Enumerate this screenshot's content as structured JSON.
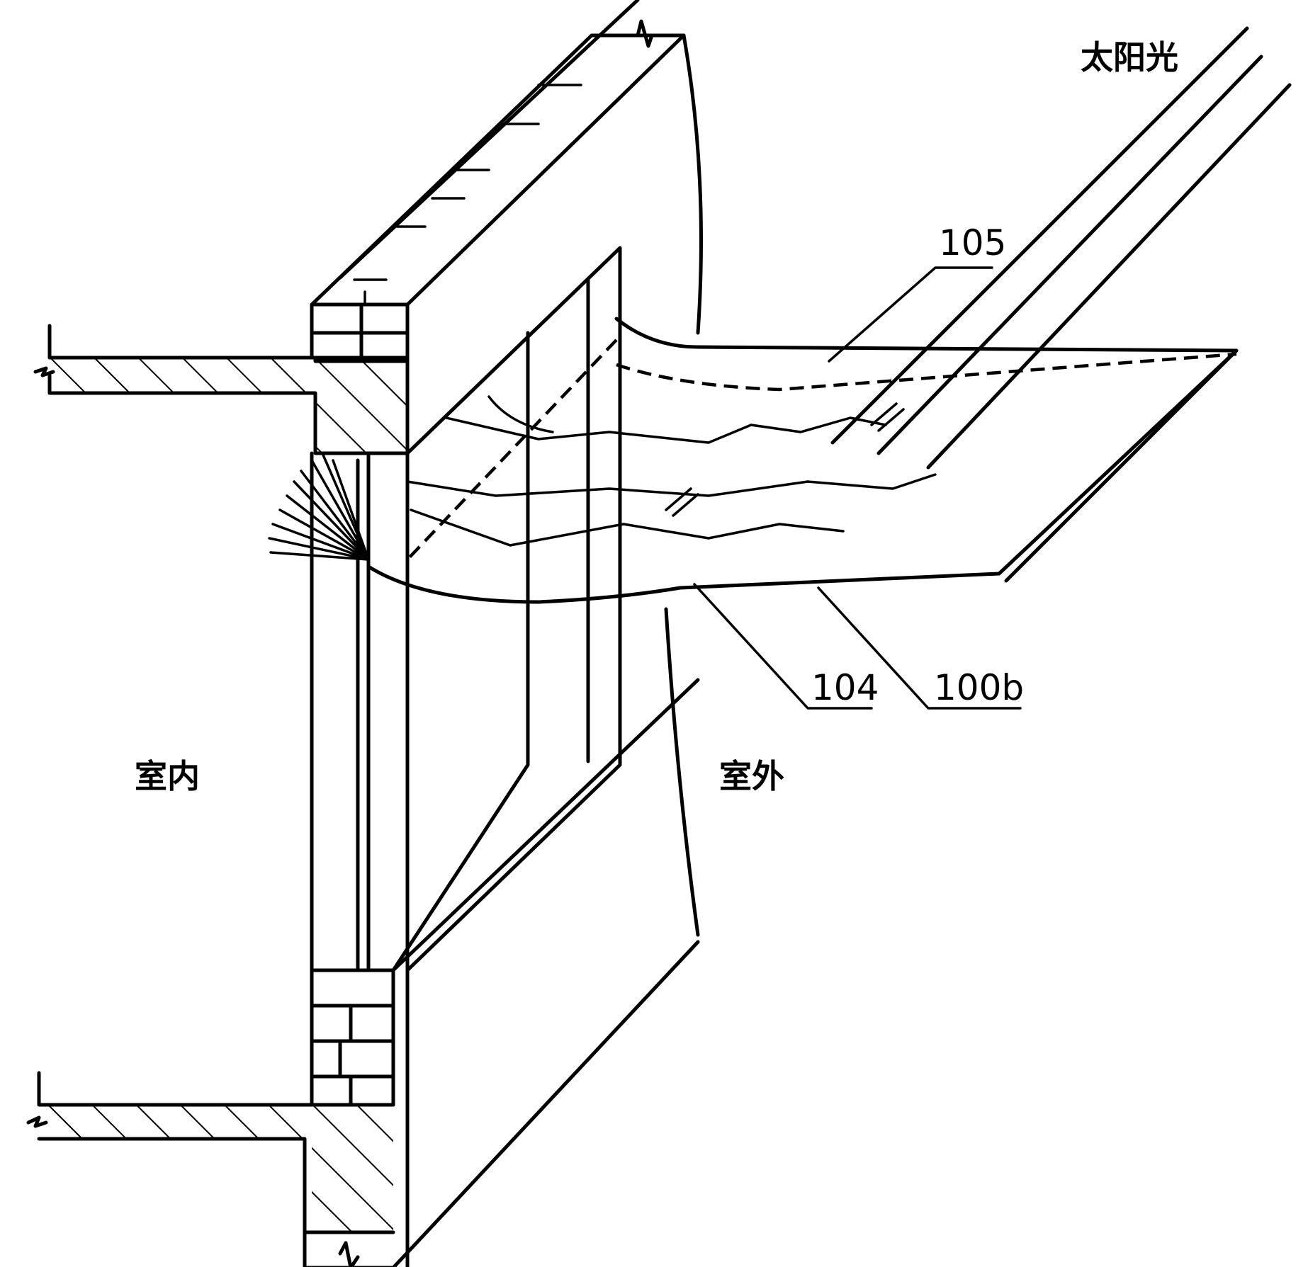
{
  "labels": {
    "sunlight": "太阳光",
    "indoor": "室内",
    "outdoor": "室外",
    "ref_105": "105",
    "ref_104": "104",
    "ref_100b": "100b"
  },
  "colors": {
    "line": "#000000",
    "background": "#ffffff"
  }
}
